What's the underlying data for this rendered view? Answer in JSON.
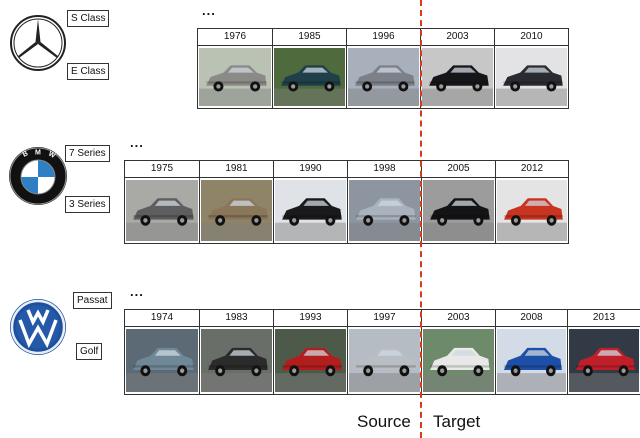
{
  "split_labels": {
    "source": "Source",
    "target": "Target"
  },
  "ellipsis": "...",
  "brands": [
    {
      "logo": "mercedes-benz-star",
      "models": [
        "S Class",
        "E Class"
      ],
      "years": [
        "1976",
        "1985",
        "1996",
        "2003",
        "2010"
      ],
      "car_colors": [
        "#8c8a86",
        "#1f3f4a",
        "#7c8088",
        "#15161a",
        "#2a2b30"
      ]
    },
    {
      "logo": "bmw-roundel",
      "models": [
        "7 Series",
        "3 Series"
      ],
      "years": [
        "1975",
        "1981",
        "1990",
        "1998",
        "2005",
        "2012"
      ],
      "car_colors": [
        "#5e5e5e",
        "#8a7658",
        "#1a1a1c",
        "#a9b2bd",
        "#141416",
        "#c8341f"
      ]
    },
    {
      "logo": "volkswagen-emblem",
      "models": [
        "Passat",
        "Golf"
      ],
      "years": [
        "1974",
        "1983",
        "1993",
        "1997",
        "2003",
        "2008",
        "2013"
      ],
      "car_colors": [
        "#6f8898",
        "#2b2b2b",
        "#b21e1e",
        "#b9bec4",
        "#e8e8e8",
        "#1d4fa8",
        "#c01f2a"
      ]
    }
  ]
}
